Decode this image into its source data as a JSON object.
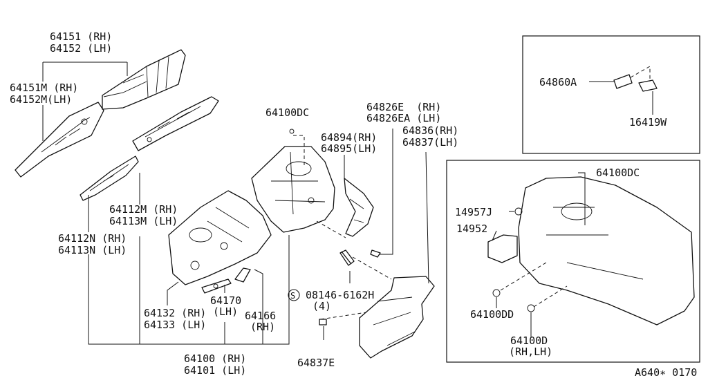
{
  "labels": {
    "p64151": "64151 (RH)",
    "p64152": "64152 (LH)",
    "p64151M": "64151M (RH)",
    "p64152M": "64152M(LH)",
    "p64112M": "64112M (RH)",
    "p64113M": "64113M (LH)",
    "p64112N": "64112N (RH)",
    "p64113N": "64113N (LH)",
    "p64100DC": "64100DC",
    "p64894": "64894(RH)",
    "p64895": "64895(LH)",
    "p64826E": "64826E  (RH)",
    "p64826EA": "64826EA (LH)",
    "p64836": "64836(RH)",
    "p64837": "64837(LH)",
    "p08146": "08146-6162H",
    "p08146qty": "(4)",
    "p64132": "64132 (RH)",
    "p64133": "64133 (LH)",
    "p64170": "64170",
    "p64170side": "(LH)",
    "p64166": "64166",
    "p64166side": "(RH)",
    "p64100": "64100 (RH)",
    "p64101": "64101 (LH)",
    "p64837E": "64837E",
    "p64860A": "64860A",
    "p16419W": "16419W",
    "p64100DC_inset": "64100DC",
    "p14957J": "14957J",
    "p14952": "14952",
    "p64100DD": "64100DD",
    "p64100D": "64100D",
    "p64100Dside": "(RH,LH)",
    "screwSymbol": "S",
    "figureRef": "A640∗ 0170"
  }
}
